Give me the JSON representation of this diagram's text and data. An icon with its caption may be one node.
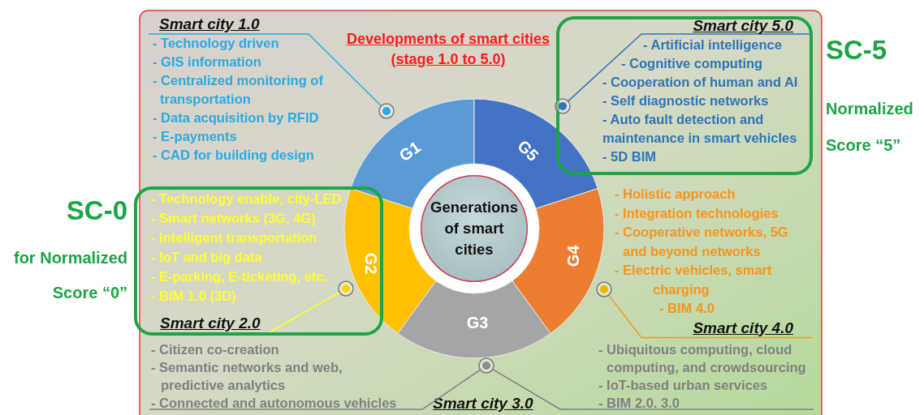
{
  "diagram": {
    "title": "Developments of smart cities (stage 1.0 to 5.0)",
    "nodes": [
      {
        "text": [
          "Smart city 1.0",
          "- Technology driven",
          "- GIS information",
          "- Centralized monitoring of transportation",
          "- Data acquisition by RFID",
          "- E-payments",
          "- CAD for building design"
        ]
      },
      {
        "text": [
          "SC-5",
          "Normalized Score “5”"
        ]
      },
      {
        "text": [
          "Smart city 5.0",
          "- Artificial intelligence",
          "- Cognitive computing",
          "- Cooperation of human and AI",
          "- Self diagnostic networks",
          "- Auto fault detection and maintenance in smart vehicles",
          "- 5D BIM"
        ],
        "in": 1
      },
      {
        "text": [],
        "shape": "circle"
      },
      {
        "text": [],
        "shape": "circle",
        "in": 1
      },
      {
        "text": [
          "G1"
        ]
      },
      {
        "text": [
          "G5"
        ]
      },
      {
        "text": [
          "Generations of smart cities"
        ]
      },
      {
        "text": [
          "SC-0",
          "for Normalized Score “0”"
        ]
      },
      {
        "text": [
          "- Technology enable, city-LED",
          "- Smart networks (3G, 4G)",
          "- Intelligent transportation",
          "- IoT and big data",
          "- E-parking, E-ticketing, etc.",
          "- BIM 1.0 (3D)",
          "Smart city 2.0"
        ],
        "in": 8
      },
      {
        "text": [],
        "shape": "circle",
        "in": 8
      },
      {
        "text": [
          "G2"
        ]
      },
      {
        "text": [
          "G4"
        ]
      },
      {
        "text": [
          "- Holistic approach",
          "- Integration technologies",
          "- Cooperative networks, 5G and beyond networks",
          "- Electric vehicles, smart charging",
          "- BIM 4.0",
          "Smart city 4.0"
        ]
      },
      {
        "text": [],
        "shape": "circle"
      },
      {
        "text": [
          "G3"
        ]
      },
      {
        "text": [],
        "shape": "circle"
      },
      {
        "text": [
          "- Citizen co-creation",
          "- Semantic networks and web, predictive analytics",
          "- Connected and autonomous vehicles"
        ]
      },
      {
        "text": [
          "- Ubiquitous computing, cloud computing, and crowdsourcing",
          "- IoT-based urban services",
          "- BIM 2.0. 3.0"
        ]
      }
    ],
    "edges": [
      {
        "from": 0,
        "to": 3,
        "arrow": "none",
        "color": "#29abe2"
      },
      {
        "from": 2,
        "to": 4,
        "arrow": "none",
        "color": "#2e75b6"
      },
      {
        "from": 9,
        "to": 10,
        "arrow": "none",
        "color": "#ffff33"
      },
      {
        "from": 13,
        "to": 14,
        "arrow": "none",
        "color": "#f7941d"
      },
      {
        "from": 17,
        "to": 16,
        "arrow": "none",
        "color": "#808080"
      },
      {
        "from": 18,
        "to": 16,
        "arrow": "none",
        "color": "#808080"
      }
    ],
    "labels": [
      "Smart city 3.0"
    ]
  }
}
